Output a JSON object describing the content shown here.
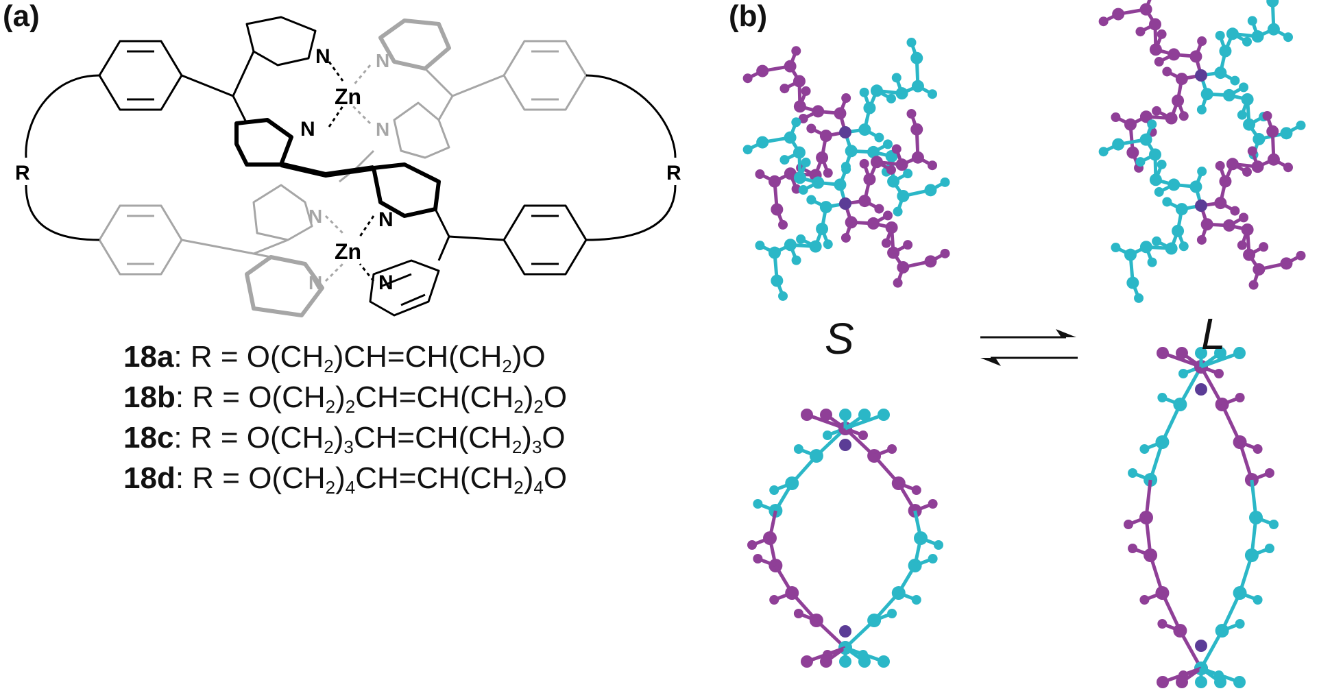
{
  "panels": {
    "a": {
      "label": "(a)"
    },
    "b": {
      "label": "(b)"
    }
  },
  "structure": {
    "atom_zn": "Zn",
    "atom_n": "N",
    "substituent_r": "R"
  },
  "compounds": [
    {
      "id": "18a",
      "r_pre": "O(CH",
      "n1": "",
      "mid": "CH=CH(CH",
      "n2": "",
      "post": "O"
    },
    {
      "id": "18b",
      "r_pre": "O(CH",
      "n1": "2",
      "mid": "CH=CH(CH",
      "n2": "2",
      "post": "O"
    },
    {
      "id": "18c",
      "r_pre": "O(CH",
      "n1": "3",
      "mid": "CH=CH(CH",
      "n2": "3",
      "post": "O"
    },
    {
      "id": "18d",
      "r_pre": "O(CH",
      "n1": "4",
      "mid": "CH=CH(CH",
      "n2": "4",
      "post": "O"
    }
  ],
  "formula_parts": {
    "sep": ": R = ",
    "h2": "2",
    "close": ")"
  },
  "isomers": {
    "s": "S",
    "l": "L"
  },
  "colors": {
    "strand_a": "#8f3f97",
    "strand_b": "#2bb7c7",
    "metal": "#5b3c96",
    "bold_bond": "#000000",
    "faded_bond": "#a6a6a6"
  }
}
